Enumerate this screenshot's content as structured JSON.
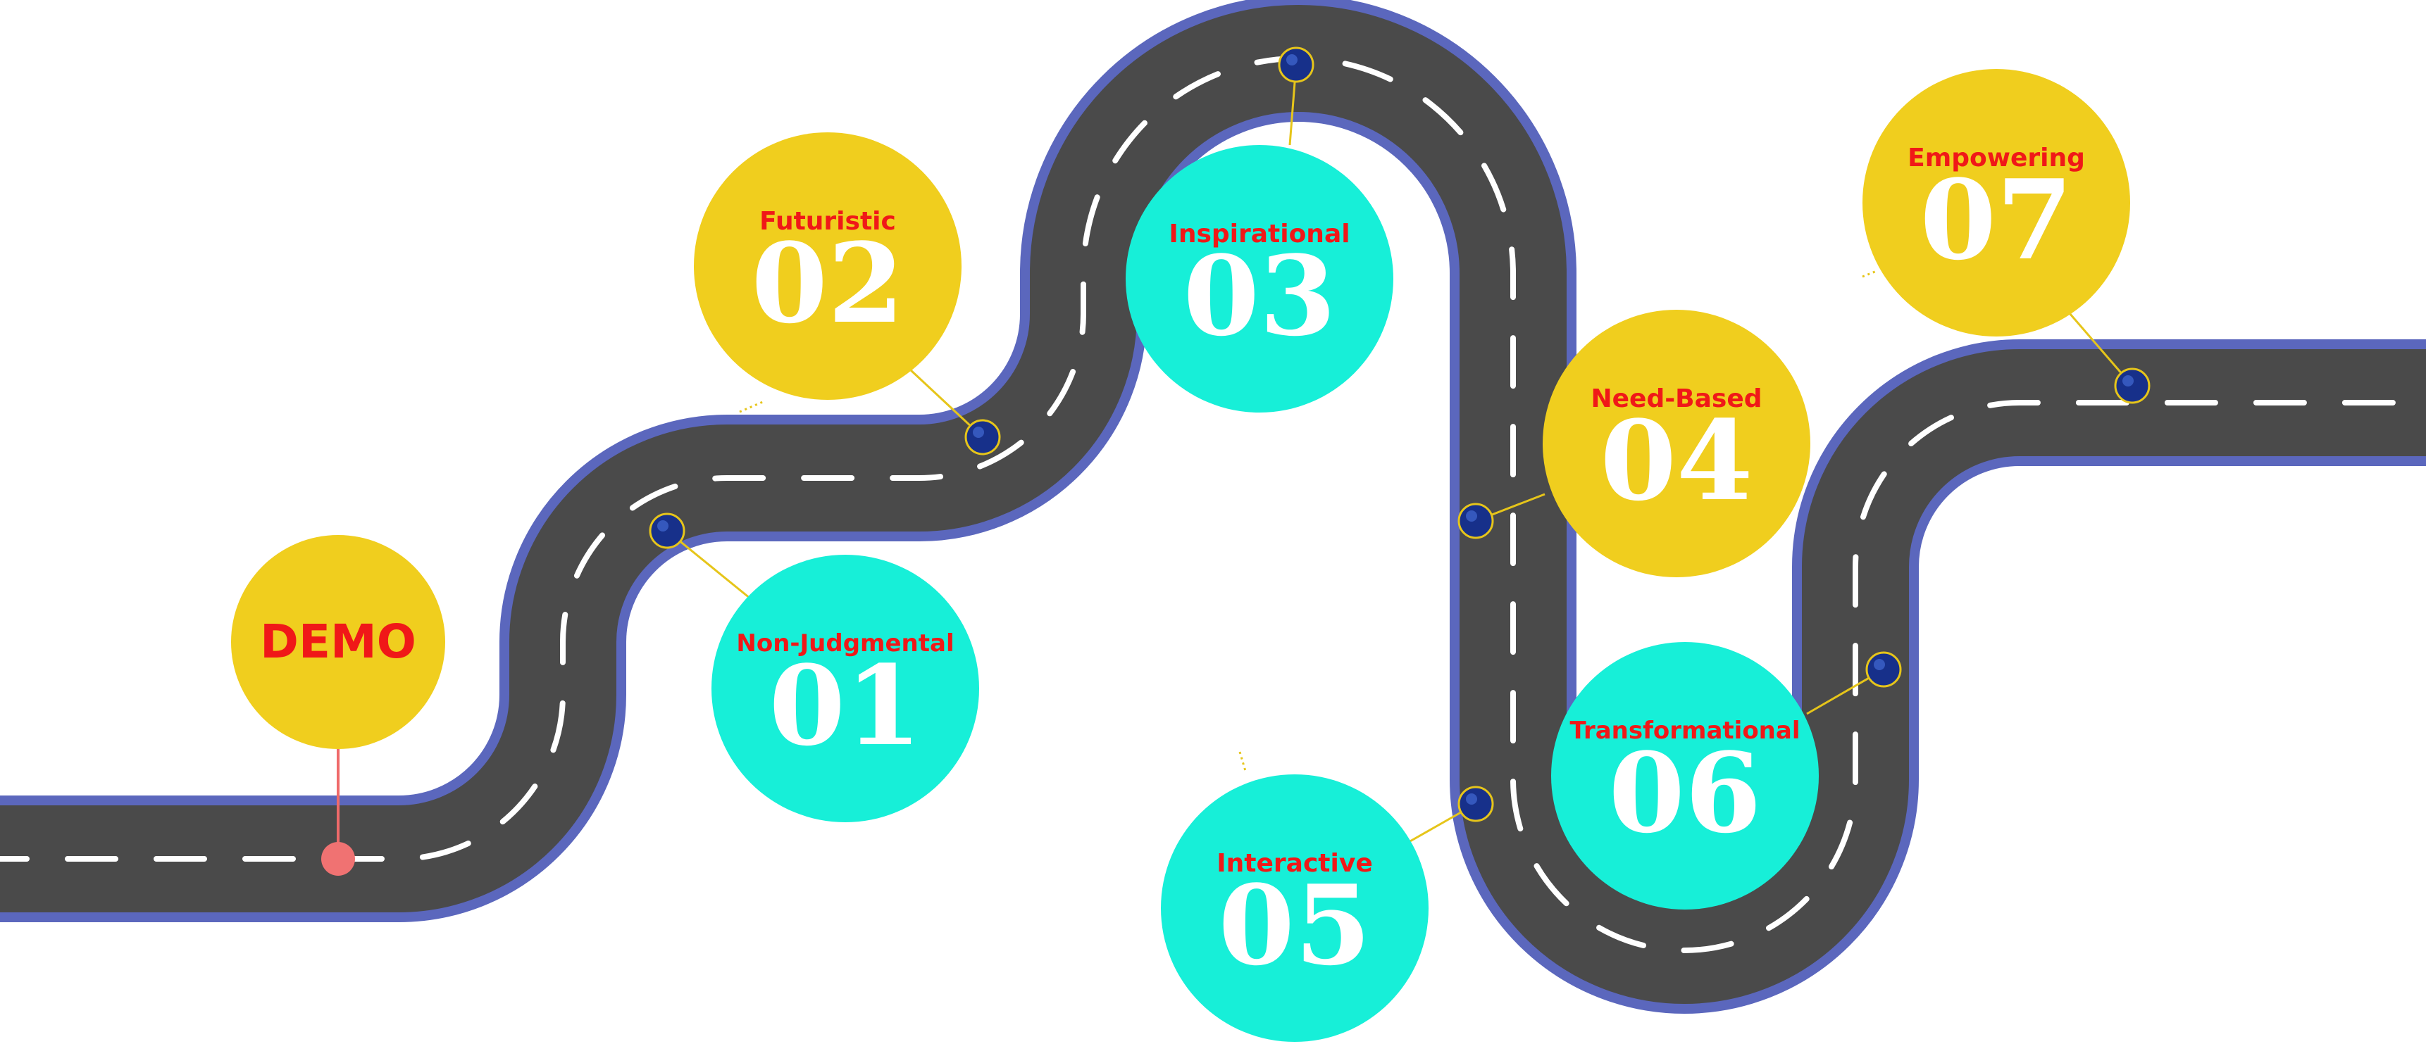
{
  "colors": {
    "road": "#4a4a4a",
    "road_edge": "#5b67bd",
    "lane_dash": "#ffffff",
    "marker_fill": "#17308a",
    "marker_ring": "#e6c51a",
    "connector": "#e6c51a",
    "start_line": "#ef6a6a",
    "start_dot": "#f07272",
    "label_red": "#f01818",
    "yellow": "#f0ce1e",
    "cyan": "#17efd8"
  },
  "start": {
    "label": "DEMO"
  },
  "milestones": [
    {
      "number": "01",
      "label": "Non-Judgmental",
      "color": "cyan"
    },
    {
      "number": "02",
      "label": "Futuristic",
      "color": "yellow"
    },
    {
      "number": "03",
      "label": "Inspirational",
      "color": "cyan"
    },
    {
      "number": "04",
      "label": "Need-Based",
      "color": "yellow"
    },
    {
      "number": "05",
      "label": "Interactive",
      "color": "cyan"
    },
    {
      "number": "06",
      "label": "Transformational",
      "color": "cyan"
    },
    {
      "number": "07",
      "label": "Empowering",
      "color": "yellow"
    }
  ]
}
